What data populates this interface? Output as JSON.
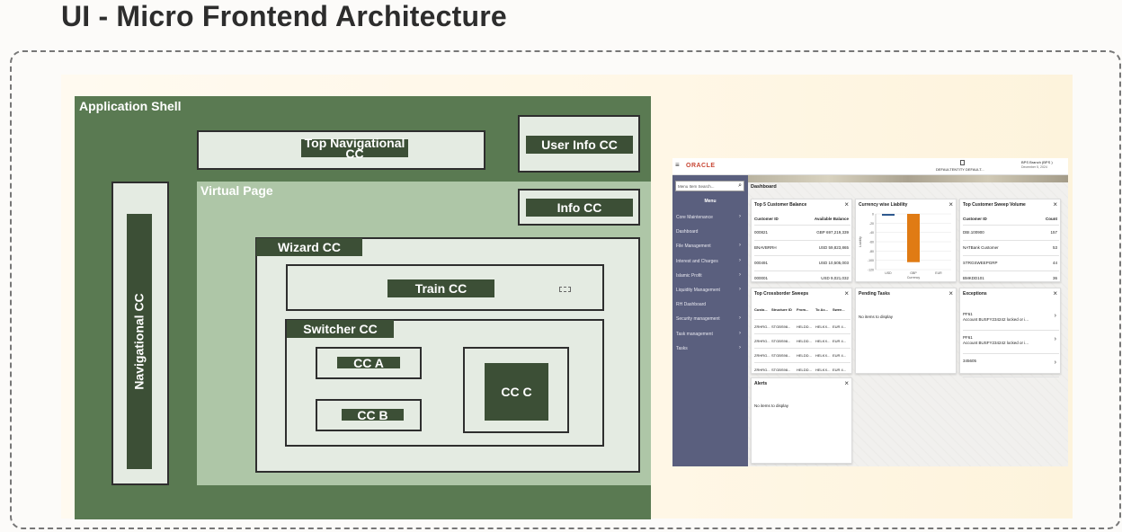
{
  "title": "UI - Micro Frontend Architecture",
  "diagram": {
    "application_shell": "Application Shell",
    "top_nav": "Top Navigational CC",
    "user_info": "User Info CC",
    "virtual_page": "Virtual Page",
    "info": "Info CC",
    "navigational": "Navigational CC",
    "wizard": "Wizard CC",
    "train": "Train CC",
    "switcher": "Switcher CC",
    "cc_a": "CC A",
    "cc_b": "CC B",
    "cc_c": "CC C"
  },
  "oracle": {
    "logo": "ORACLE",
    "header_left": "DEFAULTENTITY DEFAULT...",
    "header_right_top": "BPS Branch (BPS )",
    "header_right_bottom": "December 5, 2024",
    "search_placeholder": "Menu Item Search...",
    "menu_label": "Menu",
    "page_title": "Dashboard",
    "menu_items": [
      {
        "label": "Core Maintenance",
        "chevron": true
      },
      {
        "label": "Dashboard",
        "chevron": false
      },
      {
        "label": "File Management",
        "chevron": true
      },
      {
        "label": "Interest and Charges",
        "chevron": true
      },
      {
        "label": "Islamic Profit",
        "chevron": true
      },
      {
        "label": "Liquidity Management",
        "chevron": true
      },
      {
        "label": "RH Dashboard",
        "chevron": false
      },
      {
        "label": "Security management",
        "chevron": true
      },
      {
        "label": "Task management",
        "chevron": true
      },
      {
        "label": "Tasks",
        "chevron": true
      }
    ],
    "card_balance": {
      "title": "Top 5 Customer Balance",
      "col1": "Customer ID",
      "col2": "Available Balance",
      "rows": [
        [
          "000821",
          "GBP 697,219,339"
        ],
        [
          "BNAVBRRH",
          "USD 59,823,865"
        ],
        [
          "000491",
          "USD 10,505,003"
        ],
        [
          "000001",
          "USD 9,021,032"
        ]
      ]
    },
    "card_currency": {
      "title": "Currency wise Liability",
      "x_label": "Currency",
      "y_label": "Liability",
      "y_ticks": [
        "0",
        "-20",
        "-40",
        "-60",
        "-80",
        "-100",
        "-120"
      ],
      "categories": [
        "USD",
        "GBP",
        "EUR"
      ],
      "values": [
        -4,
        -104,
        0
      ]
    },
    "card_sweep": {
      "title": "Top Customer Sweep Volume",
      "col1": "Customer ID",
      "col2": "Count",
      "rows": [
        [
          "DBI.100900",
          "157"
        ],
        [
          "NATBank Customer",
          "53"
        ],
        [
          "STRGSWEEPGRP",
          "44"
        ],
        [
          "BMKDD101",
          "36"
        ]
      ]
    },
    "card_cross": {
      "title": "Top Crossborder Sweeps",
      "cols": [
        "Custo...",
        "Structure ID",
        "From...",
        "To Ac...",
        "Swee..."
      ],
      "rows": [
        [
          "ZRHRG...",
          "STGBS98...",
          "HELDD...",
          "HELKX...",
          "EUR 4..."
        ],
        [
          "ZRHRG...",
          "STGBS98...",
          "HELDD...",
          "HELKX...",
          "EUR 4..."
        ],
        [
          "ZRHRG...",
          "STGBS98...",
          "HELDD...",
          "HELKX...",
          "EUR 4..."
        ],
        [
          "ZRHRG...",
          "STGBS98...",
          "HELDD...",
          "HELKX...",
          "EUR 4..."
        ]
      ]
    },
    "card_pending": {
      "title": "Pending Tasks",
      "body": "No items to display"
    },
    "card_exceptions": {
      "title": "Exceptions",
      "items": [
        {
          "code": "PF61",
          "text": "Account BUSFY234242 locked or i..."
        },
        {
          "code": "PF61",
          "text": "Account BUSFY234242 locked or i..."
        },
        {
          "code": "345605",
          "text": ""
        }
      ]
    },
    "card_alerts": {
      "title": "Alerts",
      "body": "No items to display"
    }
  }
}
